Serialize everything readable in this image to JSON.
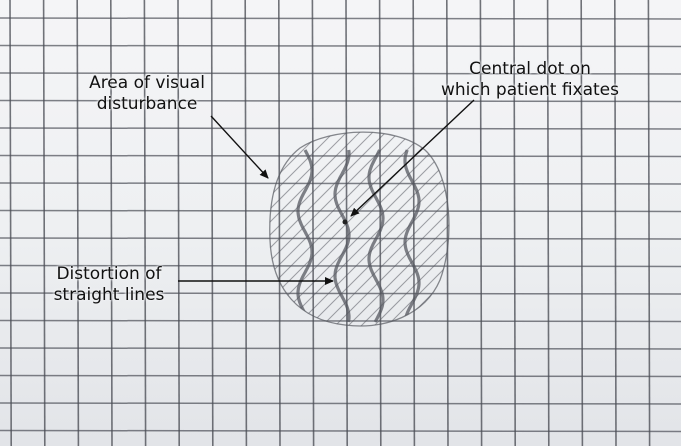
{
  "labels": {
    "area": [
      "Area of visual",
      "disturbance"
    ],
    "central": [
      "Central dot on",
      "which patient fixates"
    ],
    "distortion": [
      "Distortion of",
      "straight lines"
    ]
  },
  "colors": {
    "background_top": "#f4f4f6",
    "background_bottom": "#e4e6ea",
    "grid_line": "#4a4d55",
    "pencil": "#555860",
    "arrow": "#111111",
    "text": "#111111"
  }
}
